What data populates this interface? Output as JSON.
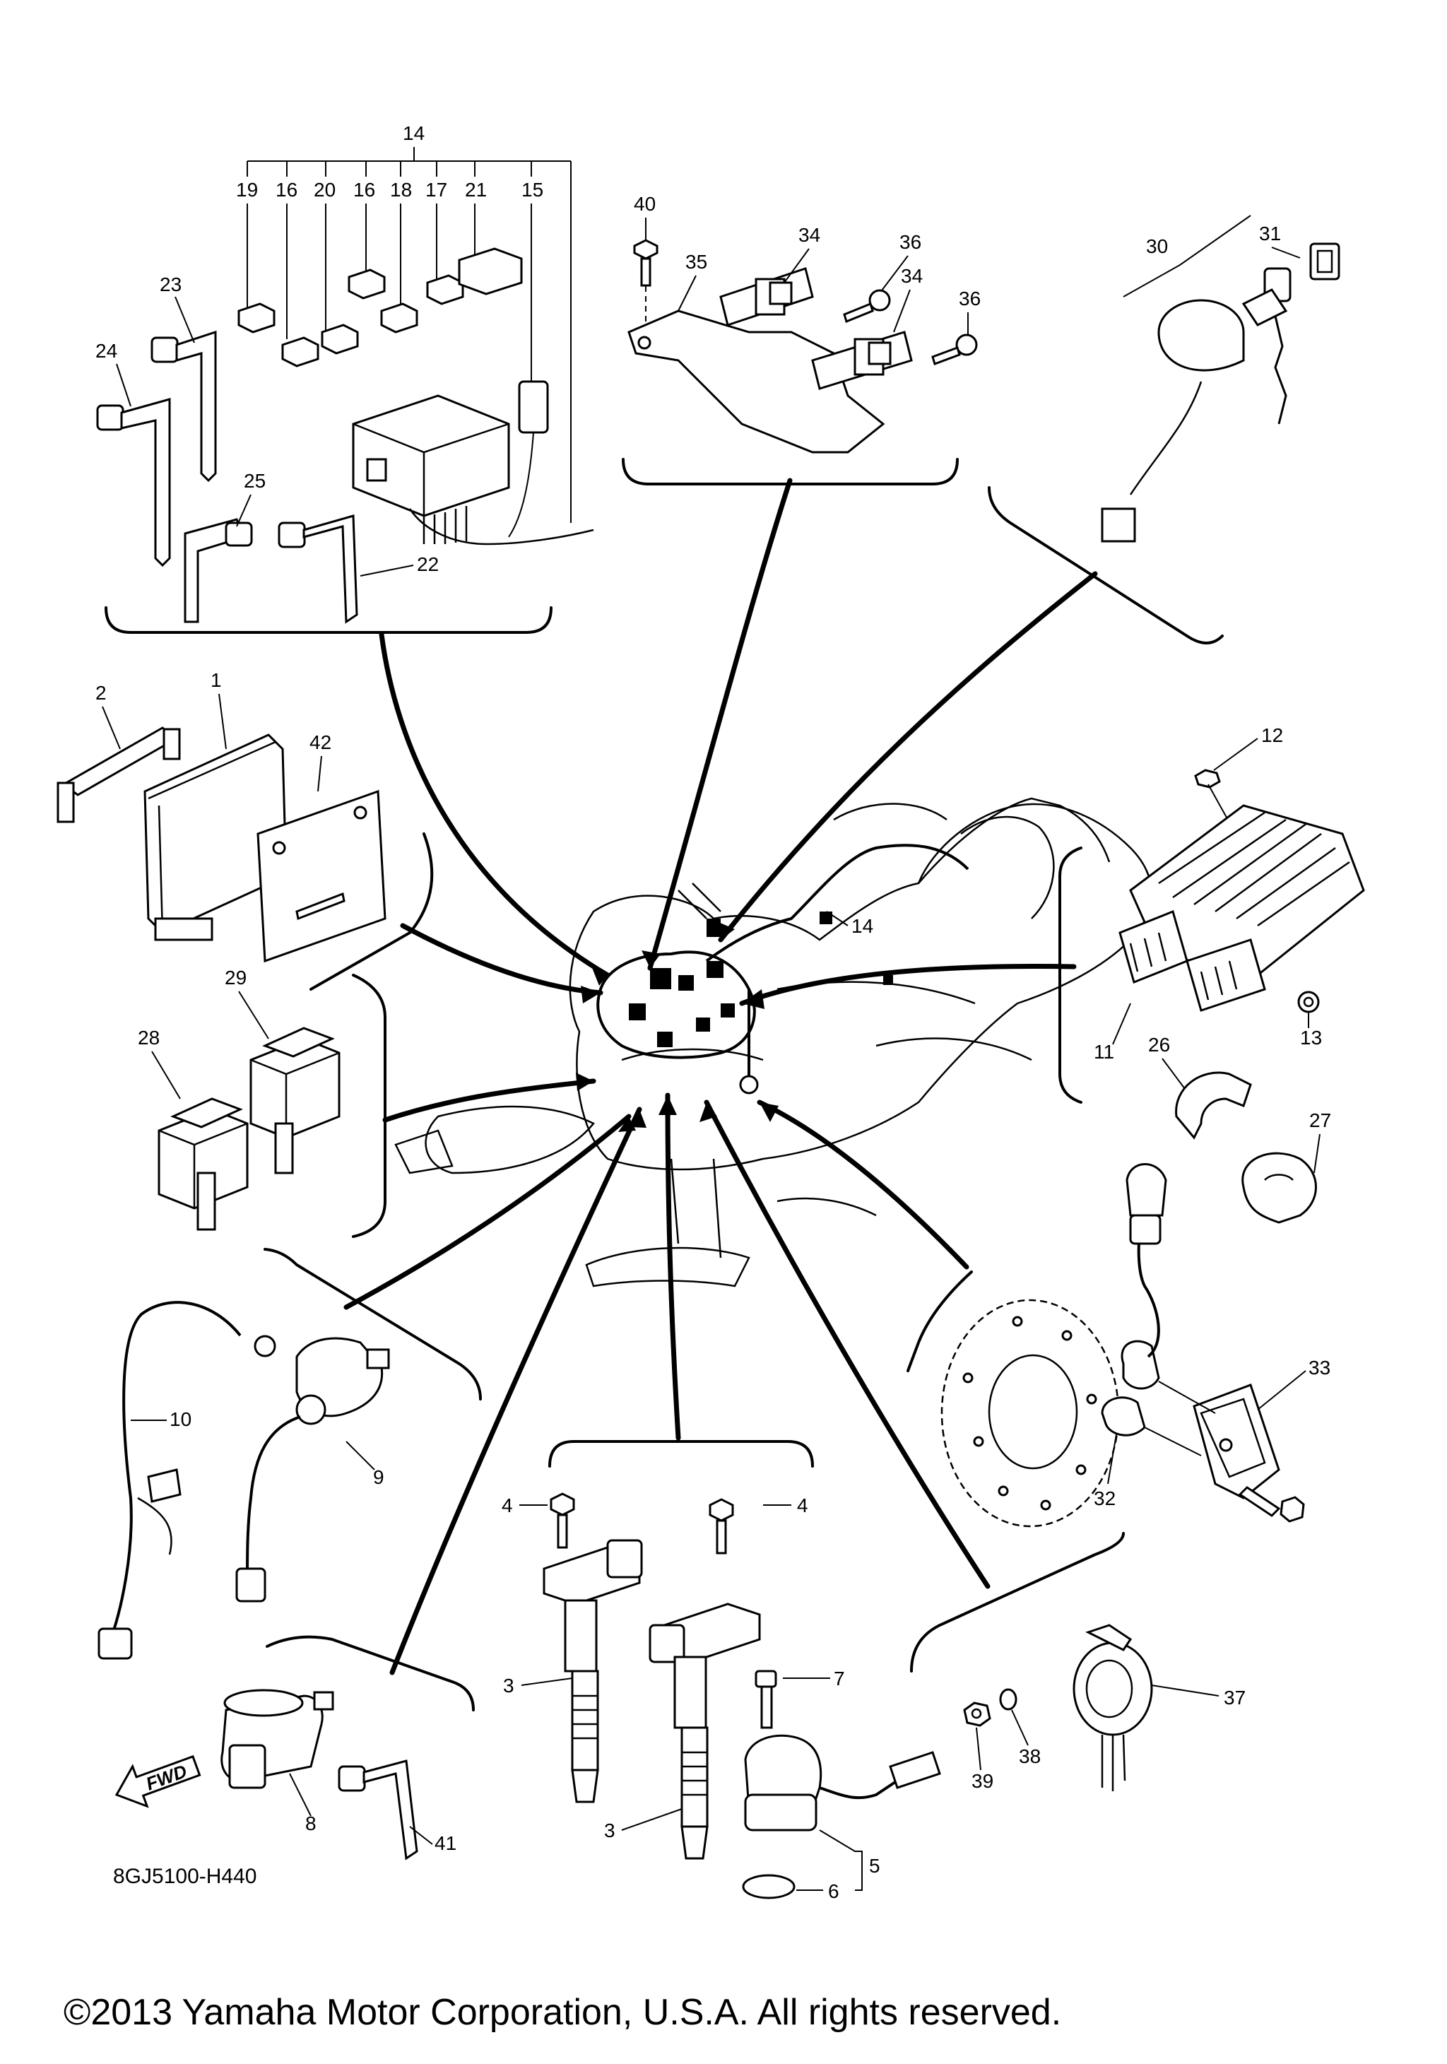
{
  "diagram_code": "8GJ5100-H440",
  "fwd_label": "FWD",
  "copyright": "©2013 Yamaha Motor Corporation, U.S.A. All rights reserved.",
  "callouts": {
    "c1": "1",
    "c2": "2",
    "c3a": "3",
    "c3b": "3",
    "c4a": "4",
    "c4b": "4",
    "c5": "5",
    "c6": "6",
    "c7": "7",
    "c8": "8",
    "c9": "9",
    "c10": "10",
    "c11": "11",
    "c12": "12",
    "c13": "13",
    "c14top": "14",
    "c14center": "14",
    "c15": "15",
    "c16a": "16",
    "c16b": "16",
    "c17": "17",
    "c18": "18",
    "c19": "19",
    "c20": "20",
    "c21": "21",
    "c22": "22",
    "c23": "23",
    "c24": "24",
    "c25": "25",
    "c26": "26",
    "c27": "27",
    "c28": "28",
    "c29": "29",
    "c30": "30",
    "c31": "31",
    "c32": "32",
    "c33": "33",
    "c34a": "34",
    "c34b": "34",
    "c35": "35",
    "c36a": "36",
    "c36b": "36",
    "c37": "37",
    "c38": "38",
    "c39": "39",
    "c40": "40",
    "c41": "41",
    "c42": "42"
  }
}
